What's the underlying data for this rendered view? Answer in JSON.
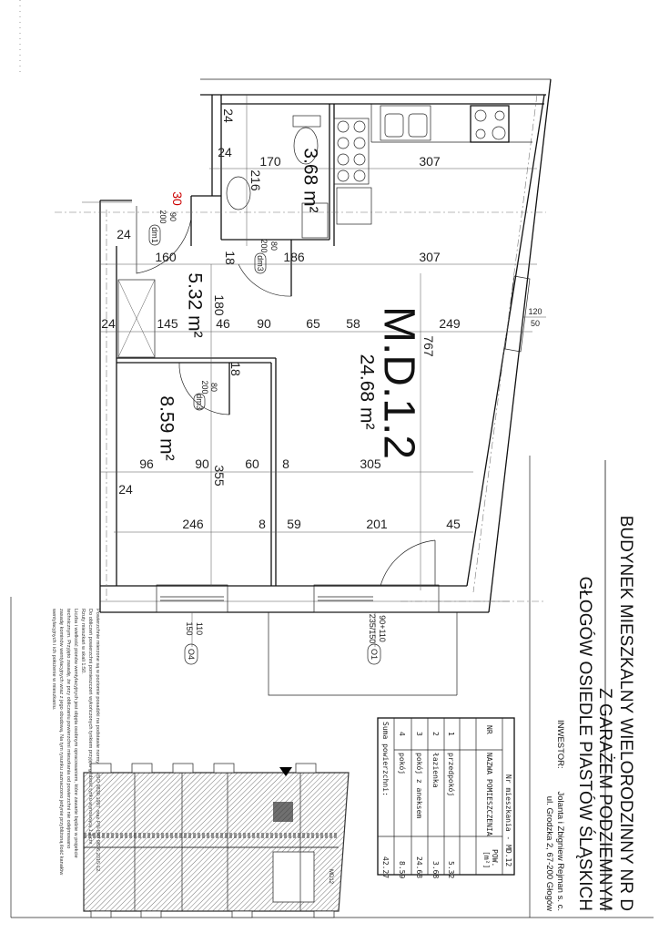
{
  "title_block": {
    "line1": "BUDYNEK MIESZKALNY WIELORODZINNY NR D",
    "line2": "Z GARAŻEM PODZIEMNYM",
    "line3": "GŁOGÓW OSIEDLE PIASTÓW ŚLĄSKICH",
    "investor_label": "INWESTOR:",
    "investor_name": "Jolanta i Zbigniew Rejman s. c.",
    "investor_address": "ul. Grodzka 2, 67-200 Głogów"
  },
  "room_table": {
    "title": "Nr mieszkania - MD.12",
    "headers": {
      "nr": "NR",
      "name": "NAZWA POMIESZCZENIA",
      "area": "POW.",
      "unit": "[m²]"
    },
    "rows": [
      {
        "nr": "1",
        "name": "przedpokój",
        "area": "5.32"
      },
      {
        "nr": "2",
        "name": "łazienka",
        "area": "3.68"
      },
      {
        "nr": "3",
        "name": "pokój z aneksem",
        "area": "24.68"
      },
      {
        "nr": "4",
        "name": "pokój",
        "area": "8.59"
      }
    ],
    "sum_label": "Suma powierzchni:",
    "sum_value": "42.27"
  },
  "notes": [
    "Powierzchnie mierzone są w poziomie posadzki na podstawie normy PN-ISO 9836:1997 oraz PN-ISO 9836:2015-12.",
    "Do obliczeń powierzchni pomieszczeń wykończonych tynkiem przyjęto grubość tynku wynoszącą 1,2 cm.",
    "Rzuty mieszkań w skali 1:50.",
    "Liczba i wielkość pionów wentylacyjnych jest objęta osobnym opracowaniem, które zawarte będzie w projekcie",
    "technicznym. Przyjęto zasadę, że przy obliczaniu powierzchni mieszkania od powierzchni nie odejmowano",
    "zasadę kominów wentylacyjnych wraz z jego obudową. Na tym rysunku zaznaczono jedynie przybliżoną ilość kanałów",
    "wentylacyjnych i ich położenie w mieszkaniu."
  ],
  "plan": {
    "unit_label": "M.D.1.2",
    "rooms": {
      "bathroom_area": "3.68 m²",
      "hall_area": "5.32 m²",
      "living_area": "24.68 m²",
      "bedroom_area": "8.59 m²"
    },
    "doors": {
      "d1_width": "90",
      "d1_height": "200",
      "d1_tag": "dm1",
      "d1_red": "30",
      "d2_width": "80",
      "d2_height": "200",
      "d2_tag": "dm3",
      "d3_width": "80",
      "d3_height": "200",
      "d3_tag": "dm3"
    },
    "windows": {
      "w1_size": "110",
      "w1_height": "150",
      "w1_tag": "O4",
      "w2_size": "90+110",
      "w2_height": "235/150",
      "w2_tag": "O1",
      "w3_size": "120",
      "w3_height": "50"
    },
    "dims": {
      "a": "24",
      "b": "24",
      "c": "170",
      "d": "307",
      "e": "216",
      "f": "24",
      "g": "160",
      "h": "18",
      "i": "186",
      "j": "307",
      "k": "180",
      "l": "24",
      "m": "145",
      "n": "46",
      "o": "90",
      "p": "65",
      "q": "58",
      "r": "249",
      "s": "767",
      "t": "18",
      "u": "96",
      "v": "90",
      "w": "355",
      "x": "60",
      "y": "8",
      "z": "305",
      "aa": "24",
      "bb": "246",
      "cc": "8",
      "dd": "59",
      "ee": "201",
      "ff": "45"
    },
    "keyplan_label": "MD12"
  }
}
